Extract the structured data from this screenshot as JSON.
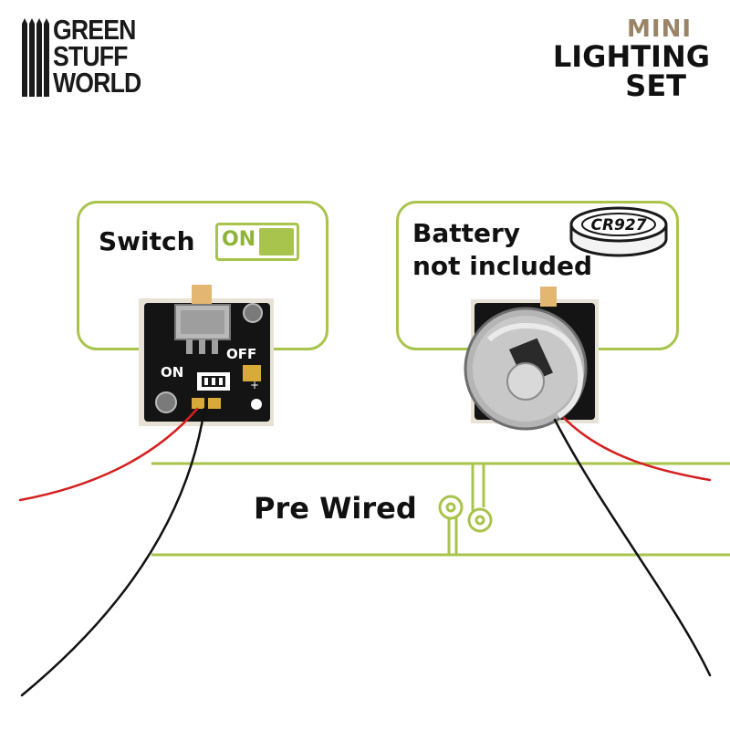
{
  "brand": {
    "lines": [
      "GREEN",
      "STUFF",
      "WORLD"
    ]
  },
  "product_title": {
    "line1": "MINI",
    "line2": "LIGHTING",
    "line3": "SET"
  },
  "switch_callout": {
    "label": "Switch",
    "toggle_text": "ON"
  },
  "board_labels": {
    "off": "OFF",
    "on": "ON"
  },
  "battery_callout": {
    "line1": "Battery",
    "line2": "not included",
    "coin_text": "CR927"
  },
  "prewired": {
    "label": "Pre Wired"
  },
  "colors": {
    "accent_green": "#a8c44c",
    "mini_tan": "#9a8466",
    "wire_red": "#d42020",
    "wire_black": "#111111"
  }
}
